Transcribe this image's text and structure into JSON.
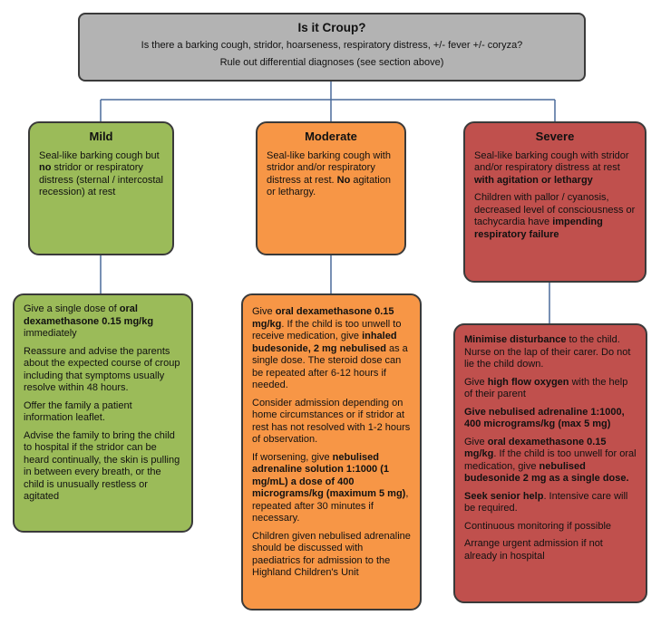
{
  "top": {
    "title": "Is it Croup?",
    "line1": "Is there a barking cough, stridor, hoarseness, respiratory distress, +/- fever +/- coryza?",
    "line2": "Rule out differential diagnoses (see section above)"
  },
  "mild": {
    "title": "Mild",
    "desc": [
      {
        "t": "Seal-like barking cough but ",
        "b": false
      },
      {
        "t": "no",
        "b": true
      },
      {
        "t": " stridor or respiratory distress (sternal / intercostal recession) at rest",
        "b": false
      }
    ],
    "actions": [
      [
        {
          "t": "Give a single dose of ",
          "b": false
        },
        {
          "t": "oral dexamethasone 0.15 mg/kg",
          "b": true
        },
        {
          "t": " immediately",
          "b": false
        }
      ],
      [
        {
          "t": "Reassure and advise the parents about the expected course of croup including that symptoms usually resolve within 48 hours.",
          "b": false
        }
      ],
      [
        {
          "t": "Offer the family a patient information leaflet.",
          "b": false
        }
      ],
      [
        {
          "t": "Advise the family to bring the child to hospital if the stridor can be heard continually, the skin is pulling in between every breath, or the child is unusually restless or agitated",
          "b": false
        }
      ]
    ]
  },
  "moderate": {
    "title": "Moderate",
    "desc": [
      {
        "t": "Seal-like barking cough with stridor and/or respiratory distress at rest. ",
        "b": false
      },
      {
        "t": "No",
        "b": true
      },
      {
        "t": " agitation or lethargy.",
        "b": false
      }
    ],
    "actions": [
      [
        {
          "t": "Give ",
          "b": false
        },
        {
          "t": "oral dexamethasone 0.15 mg/kg",
          "b": true
        },
        {
          "t": ". If the child is too unwell to receive medication, give ",
          "b": false
        },
        {
          "t": "inhaled budesonide, 2 mg nebulised",
          "b": true
        },
        {
          "t": " as a single dose. The steroid dose can be repeated after 6-12 hours if needed.",
          "b": false
        }
      ],
      [
        {
          "t": "Consider admission depending on home circumstances or if stridor at rest has not resolved with 1-2 hours of observation.",
          "b": false
        }
      ],
      [
        {
          "t": "If worsening, give ",
          "b": false
        },
        {
          "t": "nebulised adrenaline solution 1:1000 (1 mg/mL) a dose of 400 micrograms/kg (maximum 5 mg)",
          "b": true
        },
        {
          "t": ", repeated after 30 minutes if necessary.",
          "b": false
        }
      ],
      [
        {
          "t": "Children given nebulised adrenaline should be discussed with paediatrics for admission to the Highland Children's Unit",
          "b": false
        }
      ]
    ]
  },
  "severe": {
    "title": "Severe",
    "desc": [
      [
        {
          "t": "Seal-like barking cough with stridor and/or respiratory distress at rest ",
          "b": false
        },
        {
          "t": "with agitation or lethargy",
          "b": true
        }
      ],
      [
        {
          "t": "Children with pallor / cyanosis, decreased level of consciousness or tachycardia have ",
          "b": false
        },
        {
          "t": "impending respiratory failure",
          "b": true
        }
      ]
    ],
    "actions": [
      [
        {
          "t": "Minimise disturbance",
          "b": true
        },
        {
          "t": " to the child. Nurse on the lap of their carer. Do not lie the child down.",
          "b": false
        }
      ],
      [
        {
          "t": "Give ",
          "b": false
        },
        {
          "t": "high flow oxygen",
          "b": true
        },
        {
          "t": " with the help of their parent",
          "b": false
        }
      ],
      [
        {
          "t": "Give nebulised adrenaline 1:1000, 400 micrograms/kg (max 5 mg)",
          "b": true
        }
      ],
      [
        {
          "t": "Give ",
          "b": false
        },
        {
          "t": "oral dexamethasone 0.15 mg/kg",
          "b": true
        },
        {
          "t": ". If the child is too unwell for oral medication, give ",
          "b": false
        },
        {
          "t": "nebulised budesonide 2 mg as a single dose.",
          "b": true
        }
      ],
      [
        {
          "t": "Seek senior help",
          "b": true
        },
        {
          "t": ". Intensive care will be required.",
          "b": false
        }
      ],
      [
        {
          "t": "Continuous monitoring if possible",
          "b": false
        }
      ],
      [
        {
          "t": "Arrange urgent admission if not already in hospital",
          "b": false
        }
      ]
    ]
  },
  "colors": {
    "top": "#b3b3b3",
    "mild": "#9bbb59",
    "moderate": "#f79646",
    "severe": "#c0504d",
    "border": "#3a3a3a"
  }
}
